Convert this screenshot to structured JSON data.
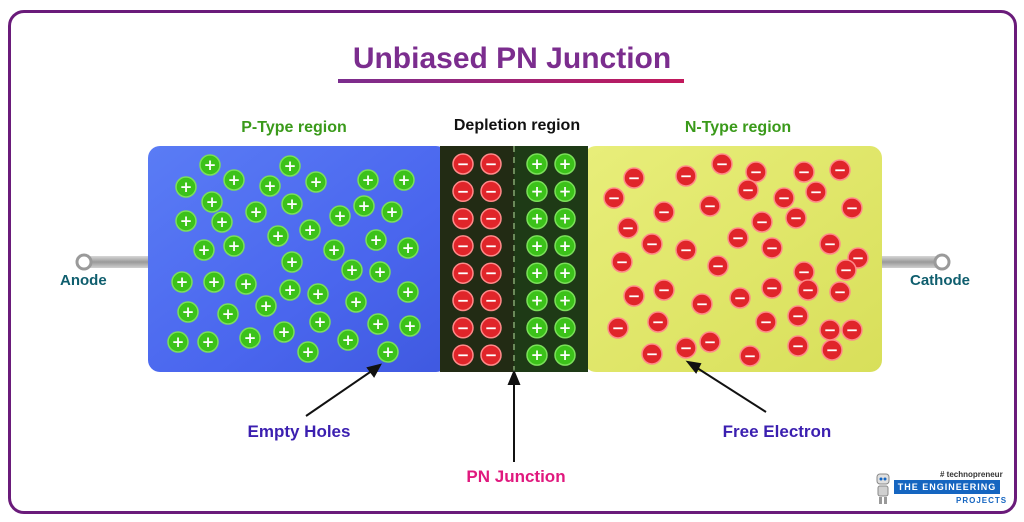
{
  "title": "Unbiased PN Junction",
  "labels": {
    "p_region": "P-Type region",
    "depletion_region": "Depletion region",
    "n_region": "N-Type region",
    "anode": "Anode",
    "cathode": "Cathode",
    "empty_holes": "Empty Holes",
    "free_electron": "Free Electron",
    "pn_junction": "PN Junction"
  },
  "logo": {
    "tagline": "# technopreneur",
    "name": "THE ENGINEERING",
    "sub": "PROJECTS"
  },
  "symbols": {
    "positive": "+",
    "negative": "−"
  },
  "colors": {
    "p_region": "#4f6ff0",
    "n_region": "#e2e86a",
    "depletion": "#1d3a15",
    "hole": "#3cc21a",
    "electron": "#e0252a",
    "title": "#7b2d8e"
  }
}
